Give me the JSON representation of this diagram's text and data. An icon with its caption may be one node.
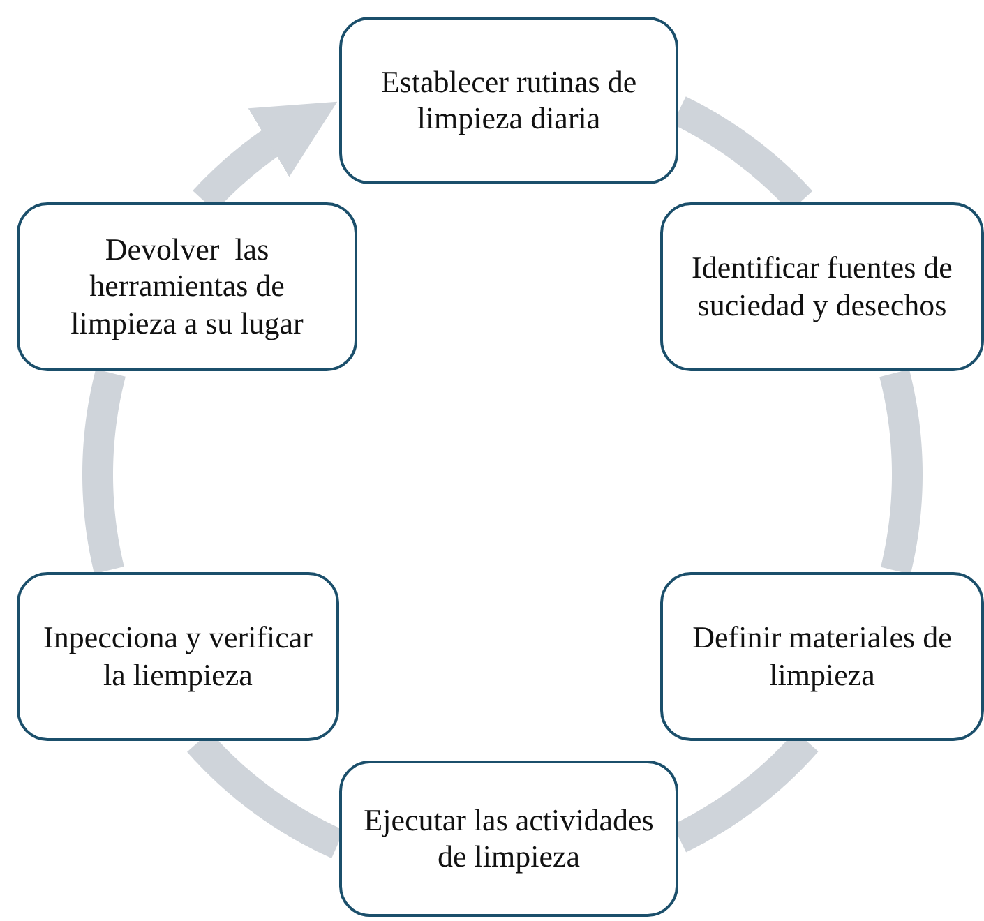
{
  "diagram": {
    "nodes": [
      {
        "text": [
          "Establecer rutinas de limpieza diaria"
        ]
      },
      {
        "text": [
          "Identificar fuentes de suciedad y desechos"
        ]
      },
      {
        "text": [
          "Definir materiales de limpieza"
        ]
      },
      {
        "text": [
          "Ejecutar las actividades de limpieza"
        ]
      },
      {
        "text": [
          "Inpecciona y verificar la liempieza"
        ]
      },
      {
        "text": [
          "Devolver  las herramientas de limpieza a su lugar"
        ]
      }
    ],
    "edges": [
      {
        "from": 0,
        "to": 1,
        "arrow": "none"
      },
      {
        "from": 1,
        "to": 2,
        "arrow": "none"
      },
      {
        "from": 2,
        "to": 3,
        "arrow": "none"
      },
      {
        "from": 3,
        "to": 4,
        "arrow": "none"
      },
      {
        "from": 4,
        "to": 5,
        "arrow": "none"
      },
      {
        "from": 5,
        "to": 0,
        "arrow": "to"
      }
    ]
  }
}
